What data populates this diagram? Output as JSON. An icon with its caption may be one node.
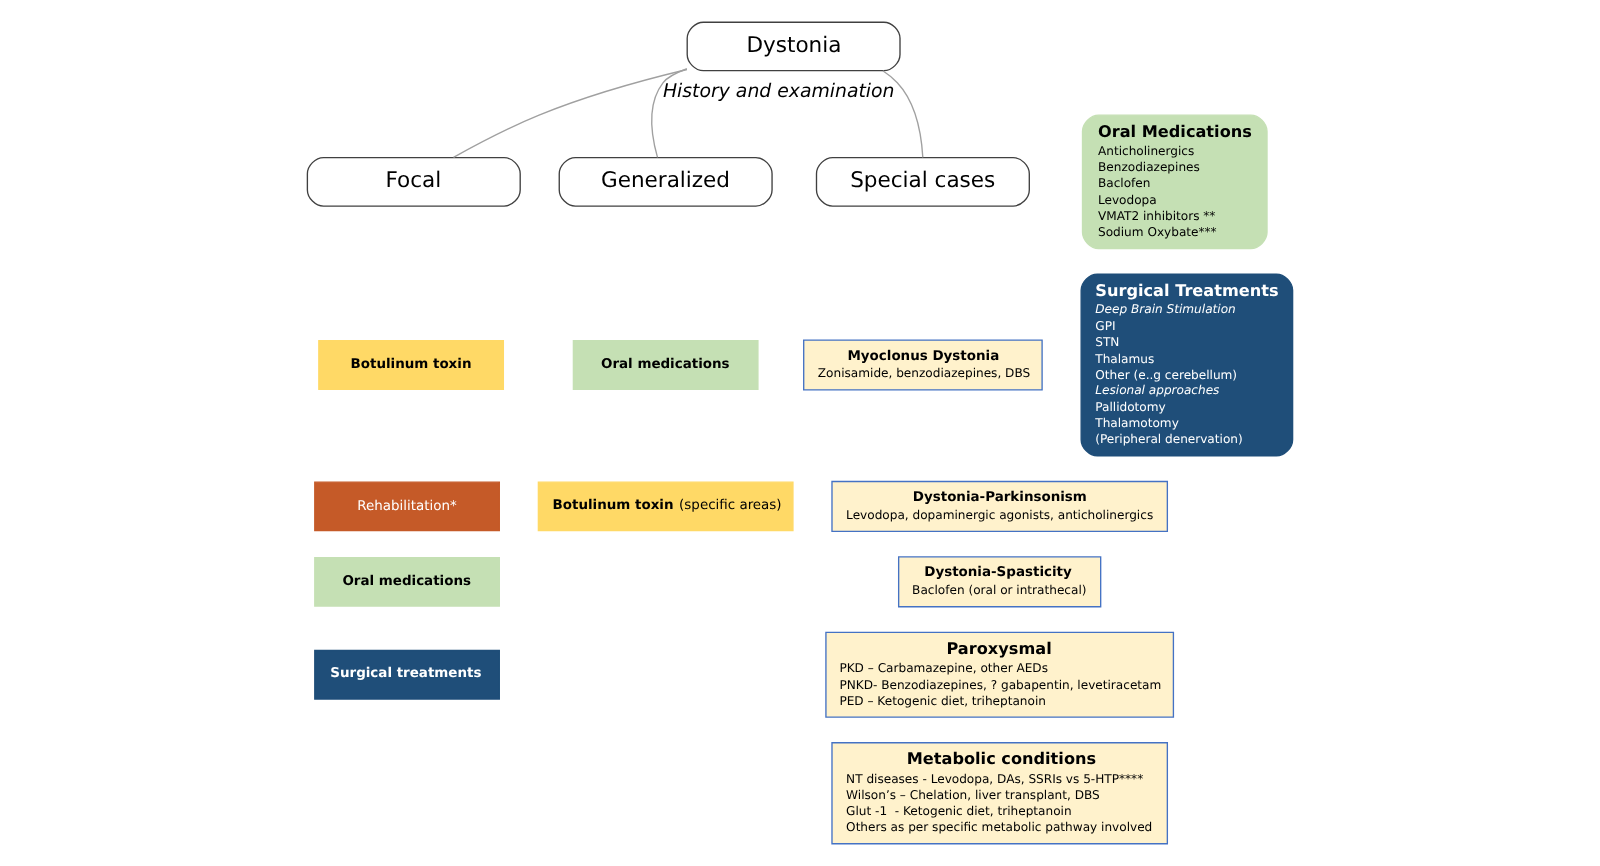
{
  "diagram": {
    "nodes": [
      {
        "text": [
          "Dystonia"
        ]
      },
      {
        "text": [
          "Focal"
        ]
      },
      {
        "text": [
          "Generalized"
        ]
      },
      {
        "text": [
          "Special cases"
        ]
      },
      {
        "text": [
          "Botulinum toxin"
        ]
      },
      {
        "text": [
          "Rehabilitation*"
        ]
      },
      {
        "text": [
          "Oral medications"
        ]
      },
      {
        "text": [
          "Surgical treatments"
        ]
      },
      {
        "text": [
          "Oral medications"
        ]
      },
      {
        "text": [
          "**Botulinum toxin** (specific areas)"
        ]
      },
      {
        "text": [
          "Myoclonus Dystonia",
          "Zonisamide, benzodiazepines, DBS"
        ]
      },
      {
        "text": [
          "Dystonia-Parkinsonism",
          "Levodopa, dopaminergic agonists, anticholinergics"
        ]
      },
      {
        "text": [
          "Dystonia-Spasticity",
          "Baclofen (oral or intrathecal)"
        ]
      },
      {
        "text": [
          "Paroxysmal",
          "PKD – Carbamazepine, other AEDs",
          "PNKD- Benzodiazepines, ? gabapentin, levetiracetam",
          "PED – Ketogenic diet, triheptanoin"
        ]
      },
      {
        "text": [
          "Metabolic conditions",
          "NT diseases - Levodopa, DAs, SSRIs vs 5-HTP****",
          "Wilson’s – Chelation, liver transplant, DBS",
          "Glut -1  - Ketogenic diet, triheptanoin",
          "Others as per specific metabolic pathway involved"
        ]
      },
      {
        "text": [
          "Oral Medications",
          "Anticholinergics",
          "Benzodiazepines",
          "Baclofen",
          "Levodopa",
          "VMAT2 inhibitors **",
          "Sodium Oxybate***"
        ]
      },
      {
        "text": [
          "Surgical Treatments",
          "*Deep Brain Stimulation*",
          "GPI",
          "STN",
          "Thalamus",
          "Other (e..g cerebellum)",
          "*Lesional approaches*",
          "Pallidotomy",
          "Thalamotomy",
          "(Peripheral denervation)"
        ]
      }
    ],
    "edges": [
      {
        "from": 0,
        "to": 1,
        "arrow": "none"
      },
      {
        "from": 0,
        "to": 2,
        "arrow": "none",
        "label": "*History and examination*"
      },
      {
        "from": 0,
        "to": 3,
        "arrow": "none"
      }
    ]
  }
}
